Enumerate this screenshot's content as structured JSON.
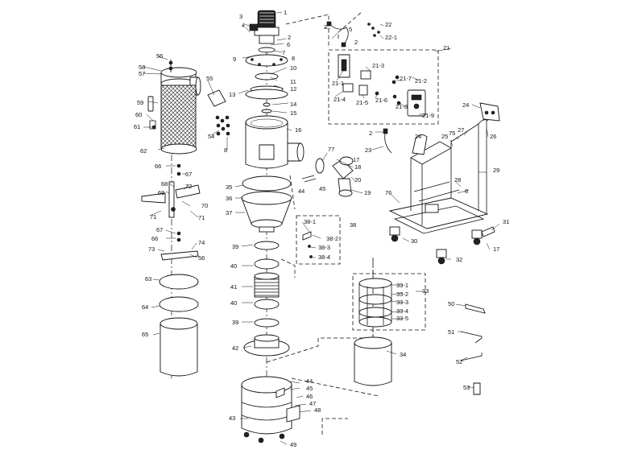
{
  "callouts": {
    "c1": "1",
    "c2a": "2",
    "c2b": "2",
    "c2c": "2",
    "c3": "3",
    "c4": "4",
    "c5": "5",
    "c6": "6",
    "c7": "7",
    "c8a": "8",
    "c8b": "8",
    "c8c": "8",
    "c9": "9",
    "c10": "10",
    "c11": "11",
    "c12": "12",
    "c13": "13",
    "c14": "14",
    "c15": "15",
    "c16": "16",
    "c17a": "17",
    "c17b": "17",
    "c18": "18",
    "c19": "19",
    "c20": "20",
    "c21": "21",
    "c21_1": "21-1",
    "c21_2": "21-2",
    "c21_3": "21-3",
    "c21_4": "21-4",
    "c21_5": "21-5",
    "c21_6": "21-6",
    "c21_7": "21-7",
    "c21_8": "21-8",
    "c21_9": "21-9",
    "c22": "22",
    "c22_1": "22-1",
    "c23": "23",
    "c24a": "24",
    "c24b": "24",
    "c25": "25",
    "c26": "26",
    "c27": "27",
    "c28": "28",
    "c29": "29",
    "c30": "30",
    "c31": "31",
    "c32": "32",
    "c33": "33",
    "c33_1": "33-1",
    "c33_2": "33-2",
    "c33_3": "33-3",
    "c33_4": "33-4",
    "c33_5": "33-5",
    "c34": "34",
    "c35": "35",
    "c36": "36",
    "c37": "37",
    "c38": "38",
    "c38_1": "38-1",
    "c38_2": "38-2",
    "c38_3": "38-3",
    "c38_4": "38-4",
    "c39a": "39",
    "c39b": "39",
    "c40a": "40",
    "c40b": "40",
    "c41": "41",
    "c42": "42",
    "c43": "43",
    "c44a": "44",
    "c44b": "44",
    "c45a": "45",
    "c45b": "45",
    "c46": "46",
    "c47": "47",
    "c48": "48",
    "c49": "49",
    "c50": "50",
    "c51": "51",
    "c52": "52",
    "c53": "53",
    "c54": "54",
    "c55": "55",
    "c56a": "56",
    "c56b": "56",
    "c57": "57",
    "c58": "58",
    "c59": "59",
    "c60": "60",
    "c61": "61",
    "c62": "62",
    "c63": "63",
    "c64": "64",
    "c65": "65",
    "c66a": "66",
    "c66b": "66",
    "c67a": "67",
    "c67b": "67",
    "c68": "68",
    "c69": "69",
    "c70": "70",
    "c71a": "71",
    "c71b": "71",
    "c72": "72",
    "c73": "73",
    "c74": "74",
    "c75": "75",
    "c76": "76",
    "c77": "77"
  }
}
